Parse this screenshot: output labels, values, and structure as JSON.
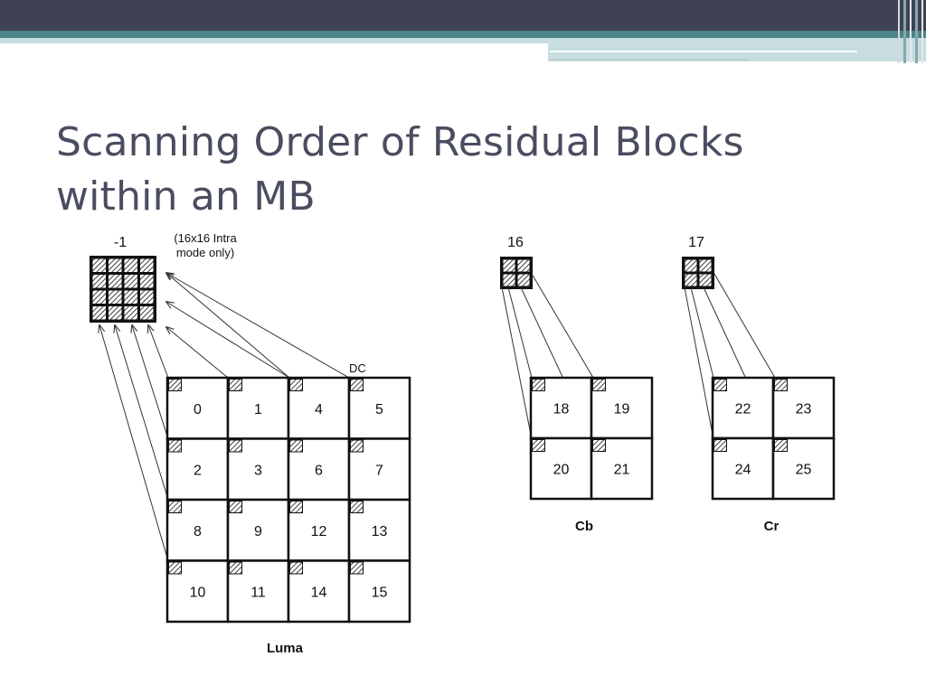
{
  "slide": {
    "title_line1": "Scanning Order of Residual Blocks",
    "title_line2": "within an MB"
  },
  "theme": {
    "header_dark": "#3f4252",
    "header_teal": "#4b8587",
    "header_light": "#c7dde0",
    "title_color": "#4a4d60",
    "line_color": "#111111"
  },
  "diagram": {
    "dc_block": {
      "label": "-1",
      "note_line1": "(16x16 Intra",
      "note_line2": "mode only)"
    },
    "dc_annotation": "DC",
    "luma": {
      "caption": "Luma",
      "rows": [
        [
          "0",
          "1",
          "4",
          "5"
        ],
        [
          "2",
          "3",
          "6",
          "7"
        ],
        [
          "8",
          "9",
          "12",
          "13"
        ],
        [
          "10",
          "11",
          "14",
          "15"
        ]
      ]
    },
    "cb": {
      "caption": "Cb",
      "dc_label": "16",
      "rows": [
        [
          "18",
          "19"
        ],
        [
          "20",
          "21"
        ]
      ]
    },
    "cr": {
      "caption": "Cr",
      "dc_label": "17",
      "rows": [
        [
          "22",
          "23"
        ],
        [
          "24",
          "25"
        ]
      ]
    }
  }
}
